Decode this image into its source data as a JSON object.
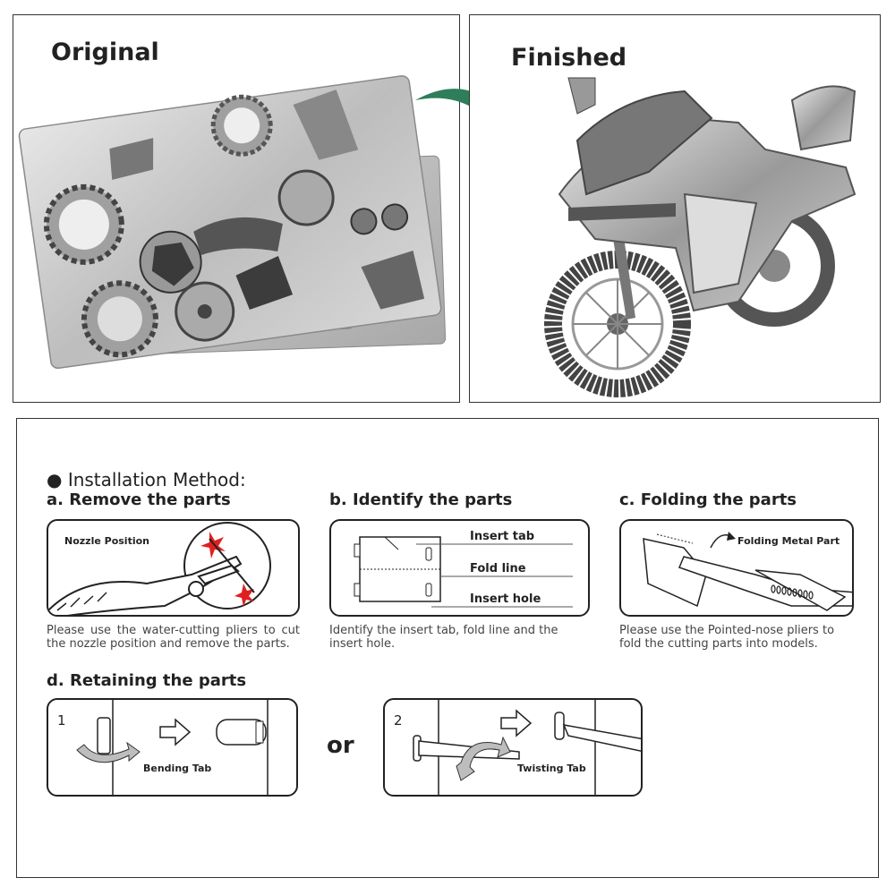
{
  "top": {
    "original_title": "Original",
    "finished_title": "Finished"
  },
  "install": {
    "heading": "Installation Method:",
    "a": {
      "title": "a. Remove the parts",
      "label": "Nozzle Position",
      "desc": "Please use the water-cutting pliers to cut the nozzle position and remove the parts."
    },
    "b": {
      "title": "b. Identify the parts",
      "insert_tab": "Insert tab",
      "fold_line": "Fold line",
      "insert_hole": "Insert hole",
      "desc": "Identify the insert tab, fold line and the insert hole."
    },
    "c": {
      "title": "c. Folding the parts",
      "label": "Folding Metal Part",
      "desc": "Please use the Pointed-nose pliers to fold the cutting parts into models."
    },
    "d": {
      "title": "d. Retaining the parts",
      "step1": "1",
      "bending": "Bending Tab",
      "or": "or",
      "step2": "2",
      "twisting": "Twisting Tab"
    }
  },
  "colors": {
    "arrow": "#2e7d5b",
    "spark": "#e02020",
    "metal": "#b5b5b5"
  }
}
